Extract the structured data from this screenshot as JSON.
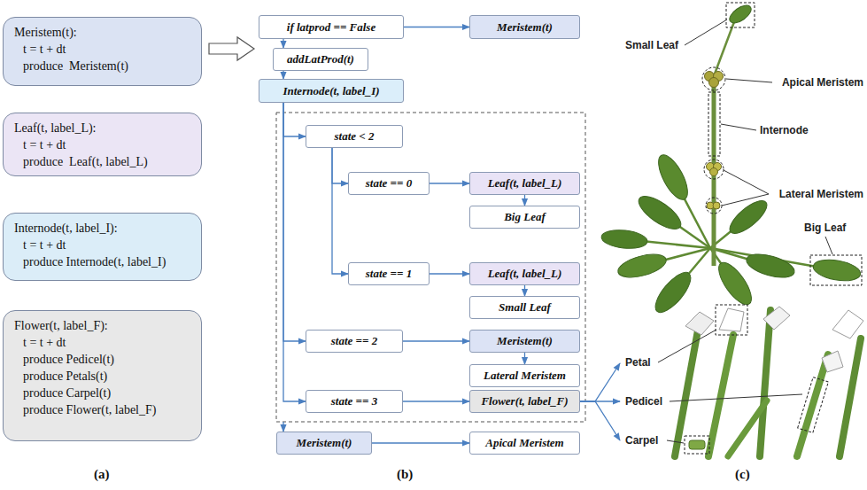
{
  "diagram": {
    "nodes": [
      {
        "text": [
          "Meristem(t):",
          "t = t + dt",
          "produce  Meristem(t)"
        ]
      },
      {
        "text": [
          "Leaf(t, label_L):",
          "t = t + dt",
          "produce  Leaf(t, label_L)"
        ]
      },
      {
        "text": [
          "Internode(t, label_I):",
          "t = t + dt",
          "produce Internode(t, label_I)"
        ]
      },
      {
        "text": [
          "Flower(t, label_F):",
          "t = t + dt",
          "produce Pedicel(t)",
          "produce Petals(t)",
          "produce Carpel(t)",
          "produce Flower(t, label_F)"
        ]
      },
      {
        "text": [
          "if latprod == False"
        ]
      },
      {
        "text": [
          "Meristem(t)"
        ]
      },
      {
        "text": [
          "addLatProd(t)"
        ]
      },
      {
        "text": [
          "Internode(t, label_I)"
        ]
      },
      {
        "text": [
          "state < 2"
        ]
      },
      {
        "text": [
          "state == 0"
        ]
      },
      {
        "text": [
          "Leaf(t, label_L)"
        ]
      },
      {
        "text": [
          "Big Leaf"
        ]
      },
      {
        "text": [
          "state == 1"
        ]
      },
      {
        "text": [
          "Leaf(t, label_L)"
        ]
      },
      {
        "text": [
          "Small Leaf"
        ]
      },
      {
        "text": [
          "state == 2"
        ]
      },
      {
        "text": [
          "Meristem(t)"
        ]
      },
      {
        "text": [
          "Lateral Meristem"
        ]
      },
      {
        "text": [
          "state == 3"
        ]
      },
      {
        "text": [
          "Flower(t, label_F)"
        ]
      },
      {
        "text": [
          "Meristem(t)"
        ]
      },
      {
        "text": [
          "Apical Meristem"
        ]
      }
    ],
    "edges": [
      {
        "from": 4,
        "to": 5,
        "arrow": "to"
      },
      {
        "from": 4,
        "to": 6,
        "arrow": "to"
      },
      {
        "from": 6,
        "to": 7,
        "arrow": "to"
      },
      {
        "from": 7,
        "to": 8,
        "arrow": "to"
      },
      {
        "from": 7,
        "to": 15,
        "arrow": "to"
      },
      {
        "from": 7,
        "to": 18,
        "arrow": "to"
      },
      {
        "from": 8,
        "to": 9,
        "arrow": "to"
      },
      {
        "from": 8,
        "to": 12,
        "arrow": "to"
      },
      {
        "from": 9,
        "to": 10,
        "arrow": "to"
      },
      {
        "from": 10,
        "to": 11,
        "arrow": "to"
      },
      {
        "from": 12,
        "to": 13,
        "arrow": "to"
      },
      {
        "from": 13,
        "to": 14,
        "arrow": "to"
      },
      {
        "from": 15,
        "to": 16,
        "arrow": "to"
      },
      {
        "from": 16,
        "to": 17,
        "arrow": "to"
      },
      {
        "from": 18,
        "to": 19,
        "arrow": "to"
      },
      {
        "from": 20,
        "to": 21,
        "arrow": "to"
      }
    ],
    "labels": [
      "(a)",
      "(b)",
      "(c)",
      "Small Leaf",
      "Apical Meristem",
      "Internode",
      "Lateral Meristem",
      "Big Leaf",
      "Petal",
      "Pedicel",
      "Carpel"
    ]
  }
}
